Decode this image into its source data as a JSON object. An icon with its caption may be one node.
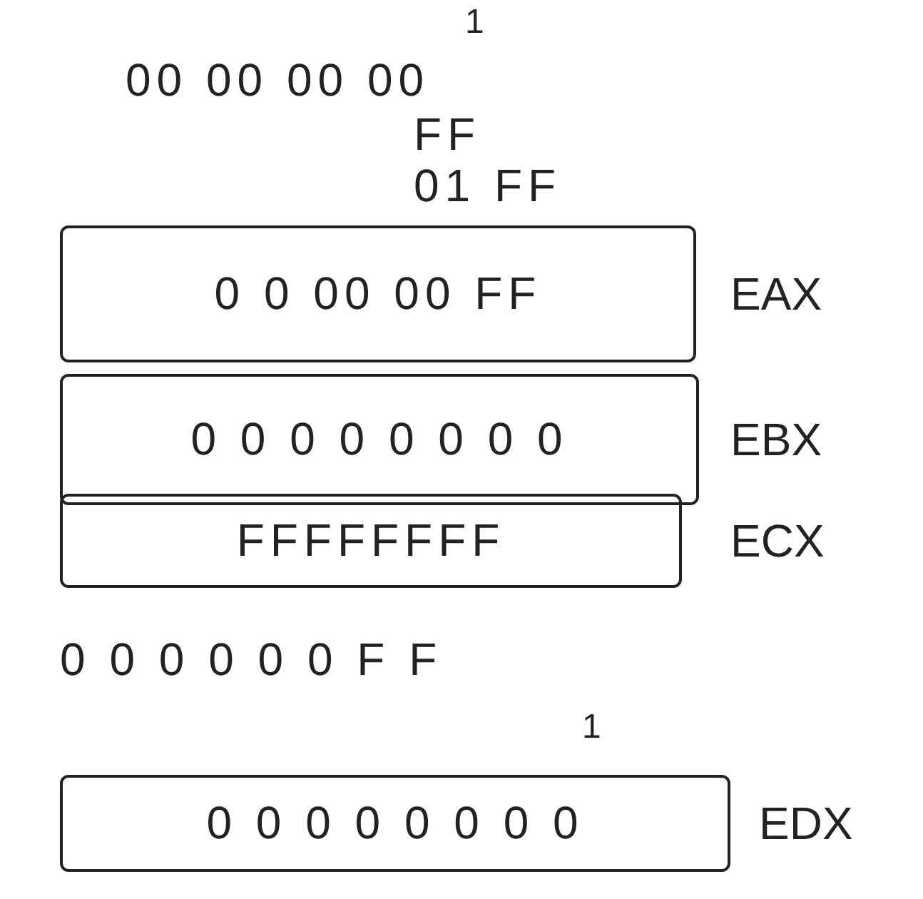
{
  "diagram": {
    "nodes": [
      {
        "text": [
          "0 0 00 00 FF"
        ],
        "beside": [
          "EAX"
        ]
      },
      {
        "text": [
          "0 0 0 0 0 0 0 0"
        ],
        "beside": [
          "EBX"
        ]
      },
      {
        "text": [
          "FFFFFFFF"
        ],
        "beside": [
          "ECX"
        ]
      },
      {
        "text": [
          "0 0 0 0 0 0 0 0"
        ],
        "beside": [
          "EDX"
        ]
      }
    ],
    "edges": [],
    "labels": [
      "1",
      "00 00 00 00",
      "FF",
      "01 FF",
      "0 0 0 0 0 0 F F",
      "1"
    ]
  }
}
